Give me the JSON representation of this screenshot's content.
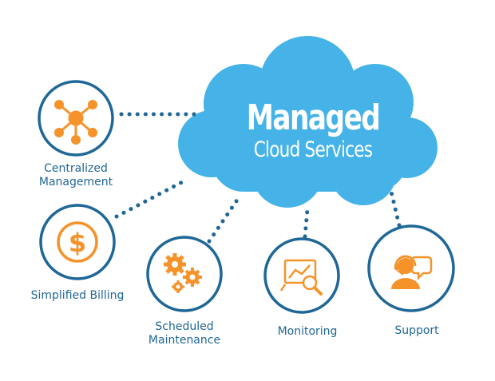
{
  "cloud": {
    "title": "Managed",
    "subtitle": "Cloud Services"
  },
  "nodes": [
    {
      "label_lines": [
        "Centralized",
        "Management"
      ],
      "icon": "network-hub-icon"
    },
    {
      "label_lines": [
        "Simplified Billing"
      ],
      "icon": "dollar-coin-icon"
    },
    {
      "label_lines": [
        "Scheduled",
        "Maintenance"
      ],
      "icon": "gears-icon"
    },
    {
      "label_lines": [
        "Monitoring"
      ],
      "icon": "chart-magnifier-icon"
    },
    {
      "label_lines": [
        "Support"
      ],
      "icon": "headset-agent-icon"
    }
  ],
  "colors": {
    "cloud": "#45b3e7",
    "ring": "#1f6796",
    "dots": "#1f6796",
    "icon": "#f5922a",
    "label": "#1f6796"
  }
}
